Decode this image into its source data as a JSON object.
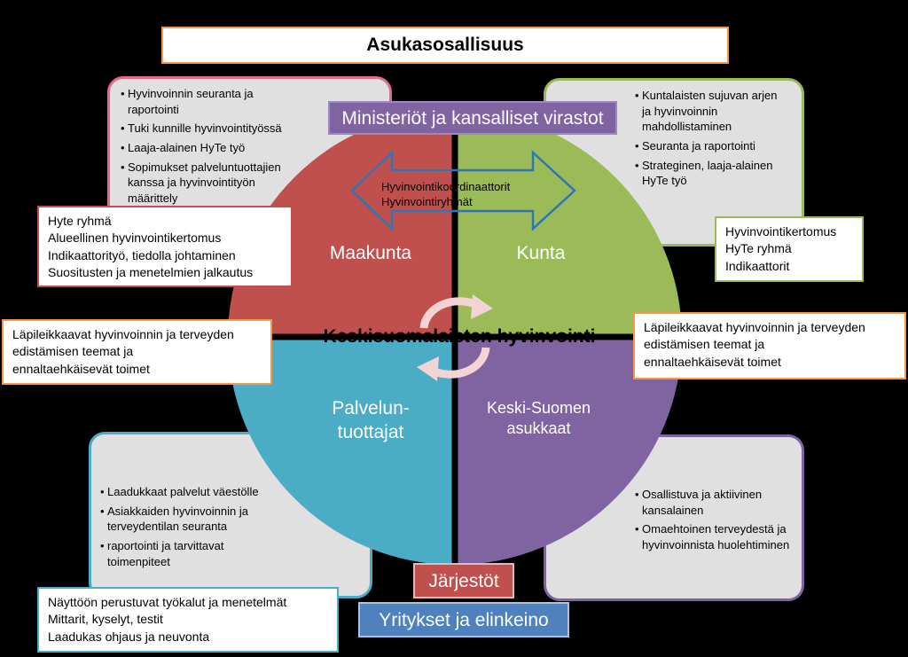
{
  "title": "Asukasosallisuus",
  "ministry_tag": "Ministeriöt ja kansalliset virastot",
  "orgs_tag": "Järjestöt",
  "business_tag": "Yritykset ja elinkeino",
  "center_title": "Keskisuomalaisten hyvinvointi",
  "arrow_text": [
    "Hyvinvointikoordinaattorit",
    "Hyvinvointiryhmät"
  ],
  "quadrants": {
    "maakunta": "Maakunta",
    "kunta": "Kunta",
    "palvelu": [
      "Palvelun-",
      "tuottajat"
    ],
    "asukkaat": [
      "Keski-Suomen",
      "asukkaat"
    ]
  },
  "card_top_left": [
    "Hyvinvoinnin seuranta ja raportointi",
    "Tuki kunnille hyvinvointityössä",
    "Laaja-alainen HyTe työ",
    "Sopimukset palveluntuottajien kanssa ja hyvinvointityön määrittely"
  ],
  "card_top_right": [
    "Kuntalaisten sujuvan arjen ja hyvinvoinnin mahdollistaminen",
    "Seuranta ja raportointi",
    "Strateginen, laaja-alainen HyTe työ"
  ],
  "card_bottom_left": [
    "Laadukkaat palvelut väestölle",
    "Asiakkaiden hyvinvoinnin ja terveydentilan seuranta",
    "raportointi ja tarvittavat toimenpiteet"
  ],
  "card_bottom_right": [
    "Osallistuva ja aktiivinen kansalainen",
    "Omaehtoinen terveydestä ja hyvinvoinnista huolehtiminen"
  ],
  "box_hyte": [
    "Hyte ryhmä",
    "Alueellinen hyvinvointikertomus",
    "Indikaattorityö, tiedolla johtaminen",
    "Suositusten ja menetelmien jalkautus"
  ],
  "box_kunta": [
    "Hyvinvointikertomus",
    "HyTe ryhmä",
    "Indikaattorit"
  ],
  "box_left_mid": [
    "Läpileikkaavat hyvinvoinnin ja terveyden",
    "edistämisen teemat ja",
    "ennaltaehkäisevät toimet"
  ],
  "box_right_mid": [
    "Läpileikkaavat hyvinvoinnin ja terveyden",
    "edistämisen teemat ja",
    "ennaltaehkäisevät toimet"
  ],
  "box_bottom": [
    "Näyttöön perustuvat työkalut ja menetelmät",
    "Mittarit, kyselyt, testit",
    "Laadukas ohjaus ja neuvonta"
  ],
  "colors": {
    "red": "#c0504d",
    "green": "#9bbb59",
    "teal": "#4bacc6",
    "purple": "#8064a2",
    "blue": "#4f81bd",
    "orange": "#f79646",
    "arrow_outline": "#2e75b6"
  }
}
